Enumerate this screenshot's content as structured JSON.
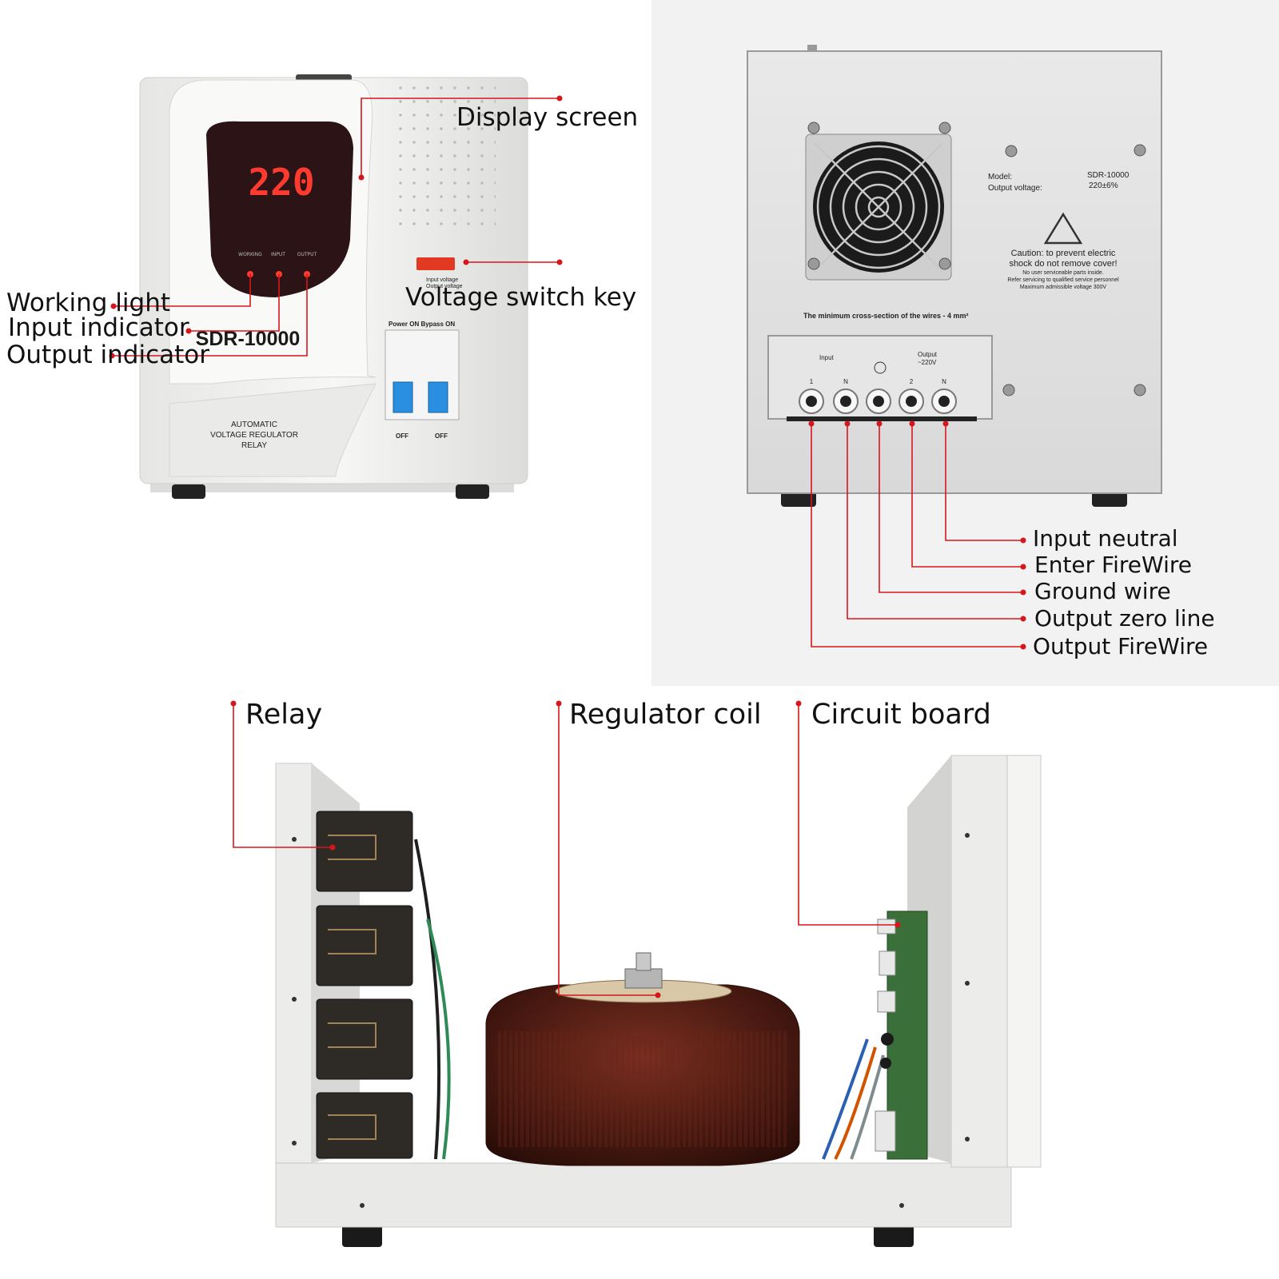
{
  "colors": {
    "callout": "#d6161c",
    "panel_bg": "#f2f2f2",
    "body_white": "#eeeeec",
    "led_red": "#ff3a2e",
    "coil": "#4a1a12"
  },
  "front": {
    "display_value": "220",
    "led_labels": [
      "WORKING",
      "INPUT",
      "OUTPUT"
    ],
    "model": "SDR-10000",
    "switch_label": [
      "Input voltage",
      "Output voltage"
    ],
    "breaker_header": "Power ON  Bypass ON",
    "breaker_off": [
      "OFF",
      "OFF"
    ],
    "badge": [
      "AUTOMATIC",
      "VOLTAGE REGULATOR",
      "RELAY"
    ]
  },
  "back": {
    "model_key": "Model:",
    "model_val": "SDR-10000",
    "outv_key": "Output voltage:",
    "outv_val": "220±6%",
    "caution": [
      "Caution: to prevent electric",
      "shock do not remove cover!",
      "No user serviceable parts inside.",
      "Refer servicing to qualified service personnel",
      "Maximum admissible voltage 300V"
    ],
    "wire_note": "The minimum cross-section of the wires  -  4 mm²",
    "terminal_input": "Input",
    "terminal_output": [
      "Output",
      "~220V"
    ],
    "terminal_marks": [
      "1",
      "N",
      "2",
      "N"
    ]
  },
  "callouts": {
    "display_screen": "Display screen",
    "voltage_switch_key": "Voltage switch key",
    "working_light": "Working light",
    "input_indicator": "Input indicator",
    "output_indicator": "Output indicator",
    "input_neutral": "Input neutral",
    "enter_firewire": "Enter FireWire",
    "ground_wire": "Ground wire",
    "output_zero_line": "Output zero line",
    "output_firewire": "Output FireWire",
    "relay": "Relay",
    "regulator_coil": "Regulator coil",
    "circuit_board": "Circuit board"
  }
}
